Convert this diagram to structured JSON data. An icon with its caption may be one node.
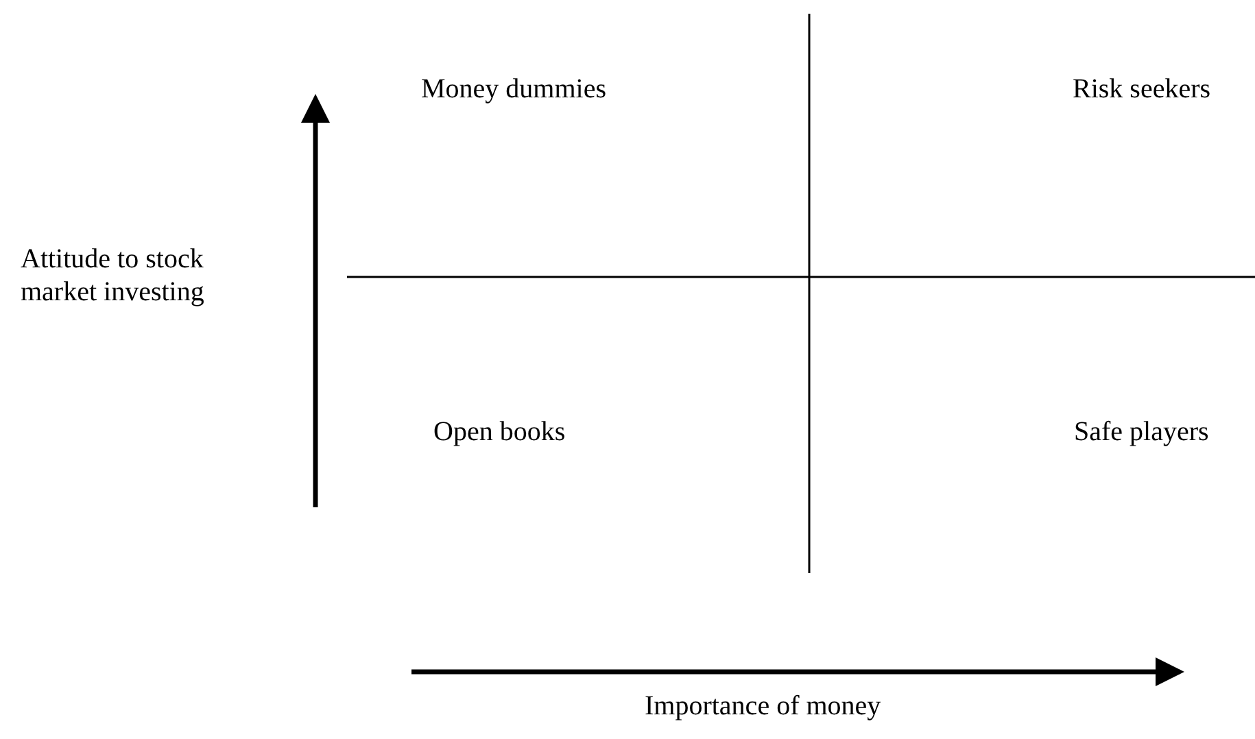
{
  "diagram": {
    "labels": [
      "Money dummies",
      "Risk seekers",
      "Attitude to stock market investing",
      "Open books",
      "Safe players",
      "Importance of money"
    ]
  }
}
